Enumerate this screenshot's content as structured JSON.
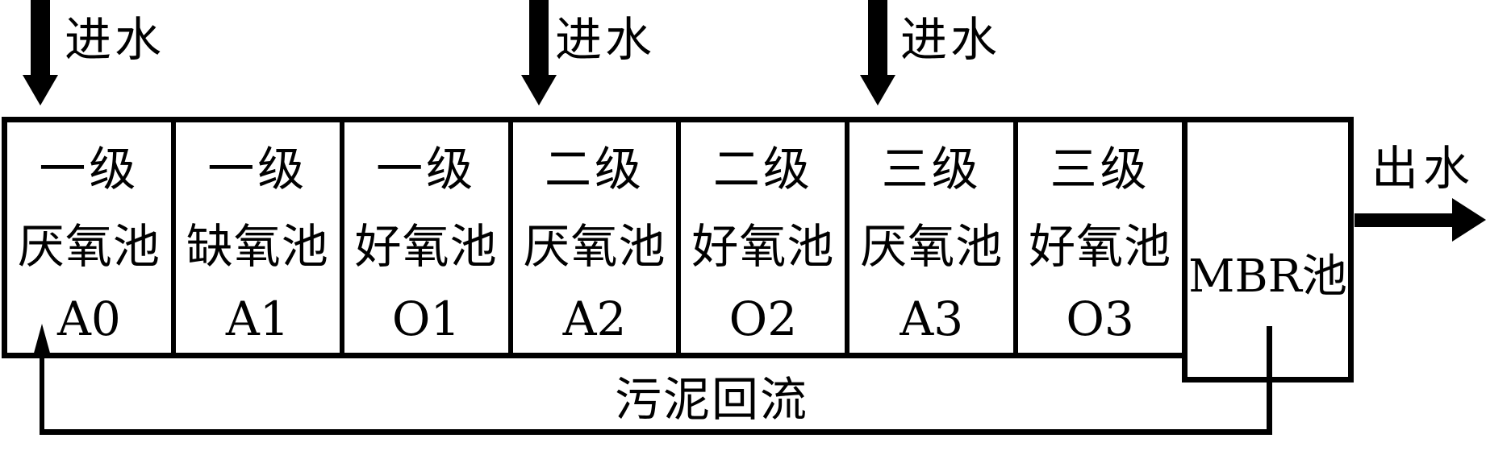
{
  "diagram": {
    "inflow_labels": [
      "进水",
      "进水",
      "进水"
    ],
    "outflow_label": "出水",
    "sludge_return_label": "污泥回流",
    "tanks": [
      {
        "stage": "一级",
        "type": "厌氧池",
        "code": "A0"
      },
      {
        "stage": "一级",
        "type": "缺氧池",
        "code": "A1"
      },
      {
        "stage": "一级",
        "type": "好氧池",
        "code": "O1"
      },
      {
        "stage": "二级",
        "type": "厌氧池",
        "code": "A2"
      },
      {
        "stage": "二级",
        "type": "好氧池",
        "code": "O2"
      },
      {
        "stage": "三级",
        "type": "厌氧池",
        "code": "A3"
      },
      {
        "stage": "三级",
        "type": "好氧池",
        "code": "O3"
      }
    ],
    "mbr_tank_label": "MBR池",
    "colors": {
      "line": "#000000",
      "background": "#ffffff"
    }
  }
}
